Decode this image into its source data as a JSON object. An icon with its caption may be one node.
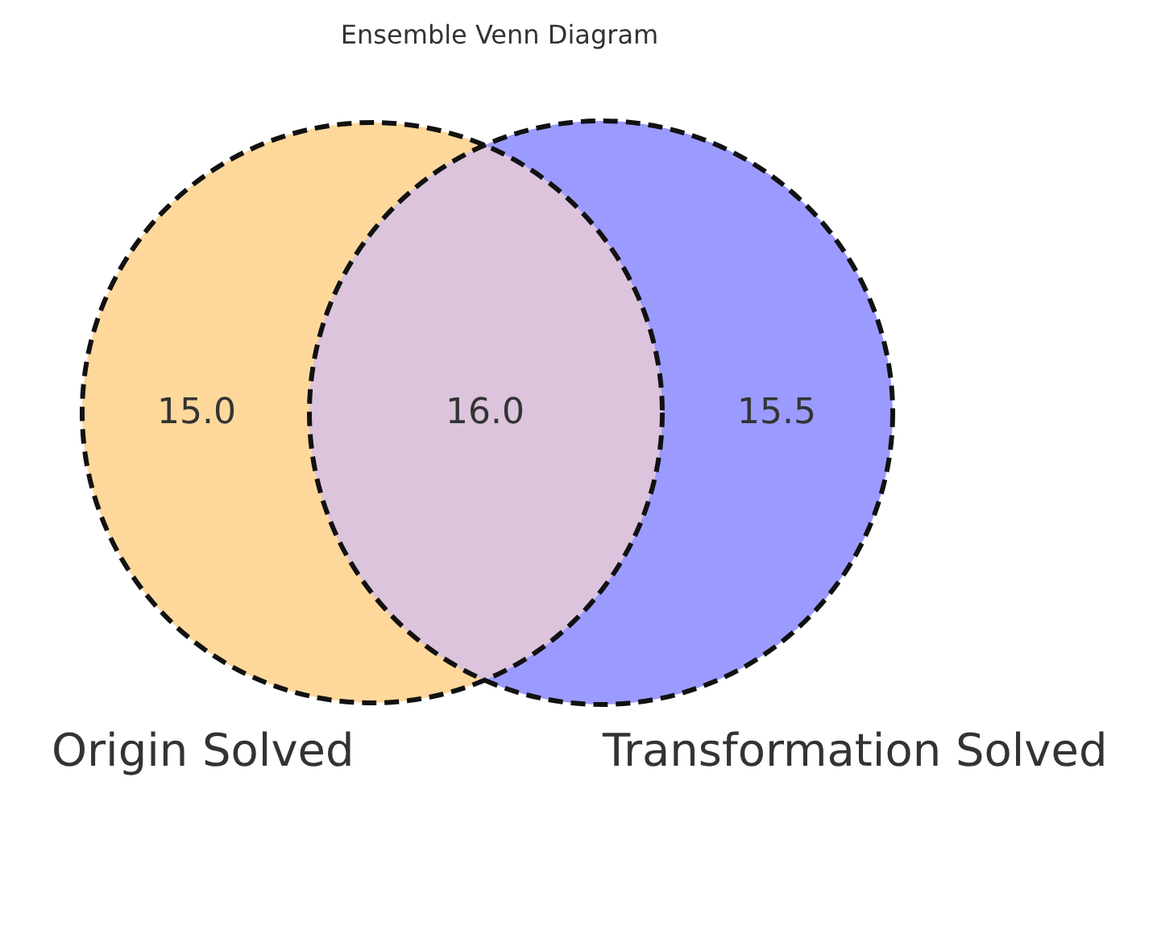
{
  "diagram": {
    "title": "Ensemble Venn Diagram",
    "nodes": [
      {
        "text": [
          "15.0",
          "Origin Solved"
        ]
      },
      {
        "text": [
          "15.5",
          "Transformation Solved"
        ]
      }
    ],
    "labels": [
      "16.0"
    ]
  }
}
